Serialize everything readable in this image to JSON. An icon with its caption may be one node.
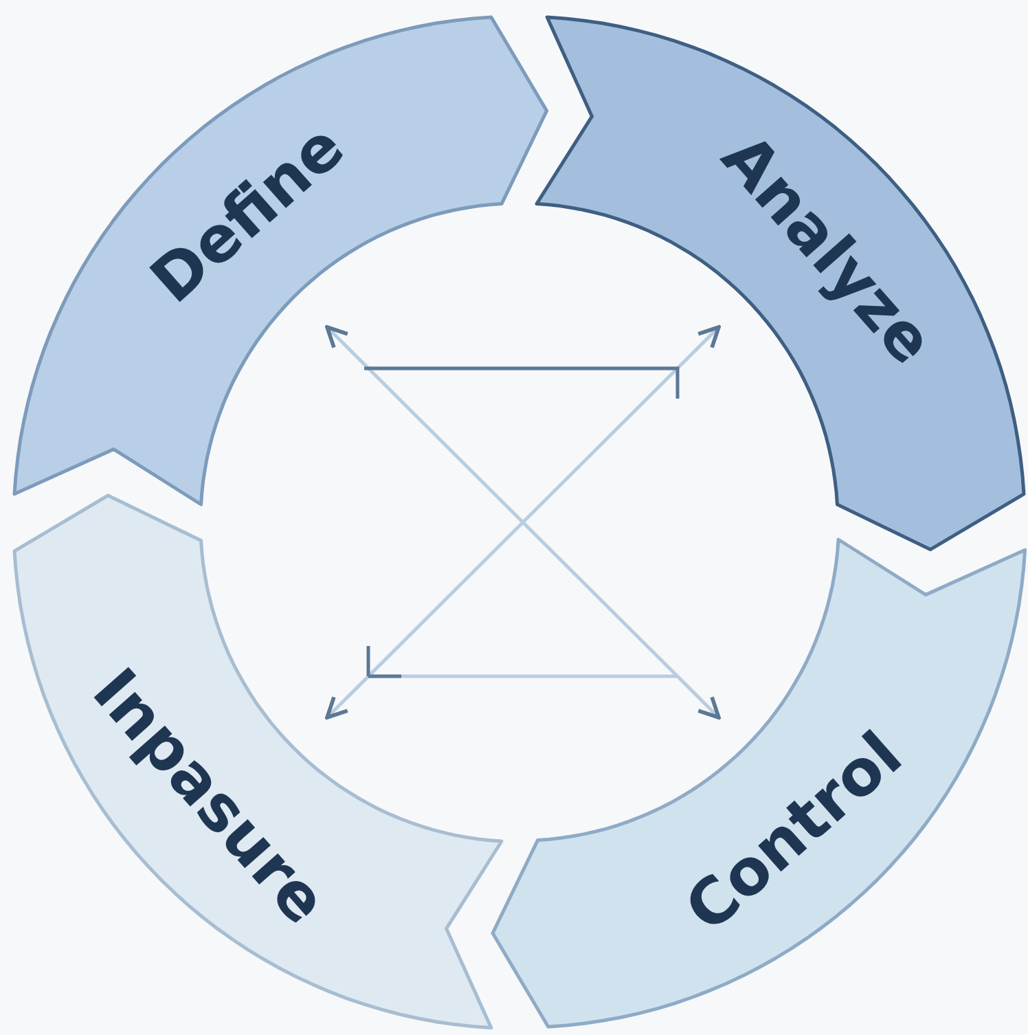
{
  "diagram": {
    "nodes": [
      {
        "text": [
          "Define"
        ]
      },
      {
        "text": [
          "Analyze"
        ]
      },
      {
        "text": [
          "Control"
        ]
      },
      {
        "text": [
          "Inpasure"
        ]
      }
    ]
  }
}
